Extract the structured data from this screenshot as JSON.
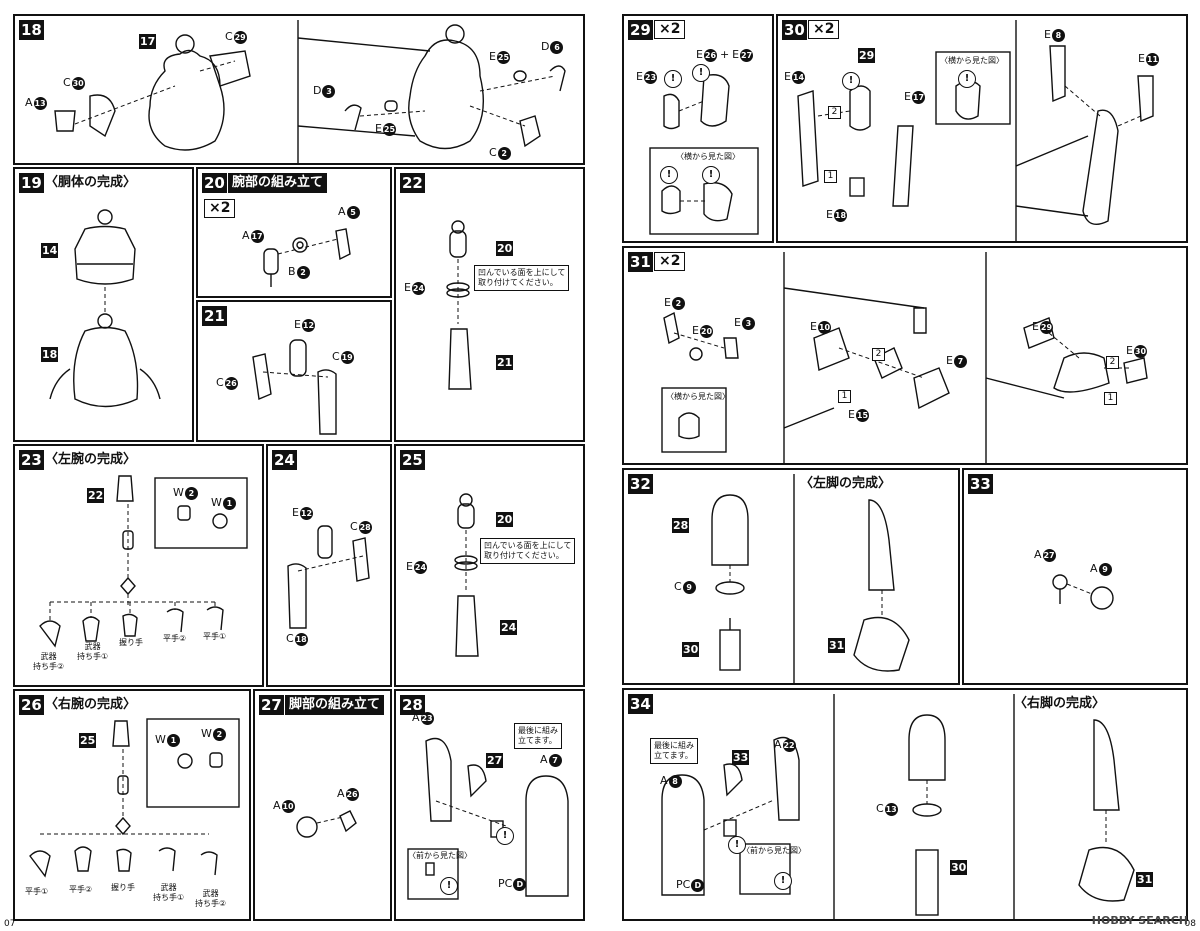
{
  "pages": {
    "left_number": "07",
    "right_number": "08"
  },
  "watermark": "HOBBY SEARCH",
  "steps": {
    "s18": {
      "num": "18",
      "labels": {
        "p17": "17",
        "a13": "A",
        "a13n": "13",
        "c30": "C",
        "c30n": "30",
        "c29": "C",
        "c29n": "29",
        "d3": "D",
        "d3n": "3",
        "e25a": "E",
        "e25an": "25",
        "e25b": "E",
        "e25bn": "25",
        "d6": "D",
        "d6n": "6",
        "c2": "C",
        "c2n": "2"
      }
    },
    "s19": {
      "num": "19",
      "title": "〈胴体の完成〉",
      "labels": {
        "r14": "14",
        "r18": "18"
      }
    },
    "s20": {
      "num": "20",
      "title": "腕部の組み立て",
      "mult": "×2",
      "labels": {
        "a17": "A",
        "a17n": "17",
        "b2": "B",
        "b2n": "2",
        "a5": "A",
        "a5n": "5"
      }
    },
    "s21": {
      "num": "21",
      "labels": {
        "e12": "E",
        "e12n": "12",
        "c26": "C",
        "c26n": "26",
        "c19": "C",
        "c19n": "19"
      }
    },
    "s22": {
      "num": "22",
      "labels": {
        "r20": "20",
        "e24": "E",
        "e24n": "24",
        "r21": "21"
      },
      "note": "凹んでいる面を上にして\n取り付けてください。"
    },
    "s23": {
      "num": "23",
      "title": "〈左腕の完成〉",
      "labels": {
        "r22": "22",
        "w2": "W",
        "w2n": "2",
        "w1": "W",
        "w1n": "1"
      },
      "hands": [
        "武器\n持ち手②",
        "武器\n持ち手①",
        "握り手",
        "平手②",
        "平手①"
      ]
    },
    "s24": {
      "num": "24",
      "labels": {
        "e12": "E",
        "e12n": "12",
        "c28": "C",
        "c28n": "28",
        "c18": "C",
        "c18n": "18"
      }
    },
    "s25": {
      "num": "25",
      "labels": {
        "r20": "20",
        "e24": "E",
        "e24n": "24",
        "r24": "24"
      },
      "note": "凹んでいる面を上にして\n取り付けてください。"
    },
    "s26": {
      "num": "26",
      "title": "〈右腕の完成〉",
      "labels": {
        "r25": "25",
        "w1": "W",
        "w1n": "1",
        "w2": "W",
        "w2n": "2"
      },
      "hands": [
        "平手①",
        "平手②",
        "握り手",
        "武器\n持ち手①",
        "武器\n持ち手②"
      ]
    },
    "s27": {
      "num": "27",
      "title": "脚部の組み立て",
      "labels": {
        "a10": "A",
        "a10n": "10",
        "a26": "A",
        "a26n": "26"
      }
    },
    "s28": {
      "num": "28",
      "labels": {
        "a23": "A",
        "a23n": "23",
        "r27": "27",
        "a7": "A",
        "a7n": "7",
        "pcd": "PC",
        "pcdn": "D"
      },
      "note": "最後に組み\n立てます。",
      "front_view": "〈前から見た図〉"
    },
    "s29": {
      "num": "29",
      "mult": "×2",
      "labels": {
        "e23": "E",
        "e23n": "23",
        "e26": "E",
        "e26n": "26",
        "plus": "+",
        "e27": "E",
        "e27n": "27"
      },
      "side_view": "〈横から見た図〉"
    },
    "s30": {
      "num": "30",
      "mult": "×2",
      "labels": {
        "e14": "E",
        "e14n": "14",
        "r29": "29",
        "e17": "E",
        "e17n": "17",
        "e18": "E",
        "e18n": "18",
        "e8": "E",
        "e8n": "8",
        "e11": "E",
        "e11n": "11",
        "n2": "2",
        "n1": "1"
      },
      "side_view": "〈横から見た図〉"
    },
    "s31": {
      "num": "31",
      "mult": "×2",
      "labels": {
        "e2": "E",
        "e2n": "2",
        "e20": "E",
        "e20n": "20",
        "e3": "E",
        "e3n": "3",
        "e10": "E",
        "e10n": "10",
        "e15": "E",
        "e15n": "15",
        "e7": "E",
        "e7n": "7",
        "e29": "E",
        "e29n": "29",
        "e30": "E",
        "e30n": "30",
        "n2a": "2",
        "n1a": "1",
        "n2b": "2",
        "n1b": "1"
      },
      "side_view": "〈横から見た図〉"
    },
    "s32": {
      "num": "32",
      "title": "〈左脚の完成〉",
      "labels": {
        "r28": "28",
        "c9": "C",
        "c9n": "9",
        "r30": "30",
        "r31": "31"
      }
    },
    "s33": {
      "num": "33",
      "labels": {
        "a27": "A",
        "a27n": "27",
        "a9": "A",
        "a9n": "9"
      }
    },
    "s34": {
      "num": "34",
      "title": "〈右脚の完成〉",
      "labels": {
        "a8": "A",
        "a8n": "8",
        "r33": "33",
        "a22": "A",
        "a22n": "22",
        "pcd": "PC",
        "pcdn": "D",
        "c13": "C",
        "c13n": "13",
        "r30": "30",
        "r31": "31"
      },
      "note": "最後に組み\n立てます。",
      "front_view": "〈前から見た図〉"
    }
  }
}
